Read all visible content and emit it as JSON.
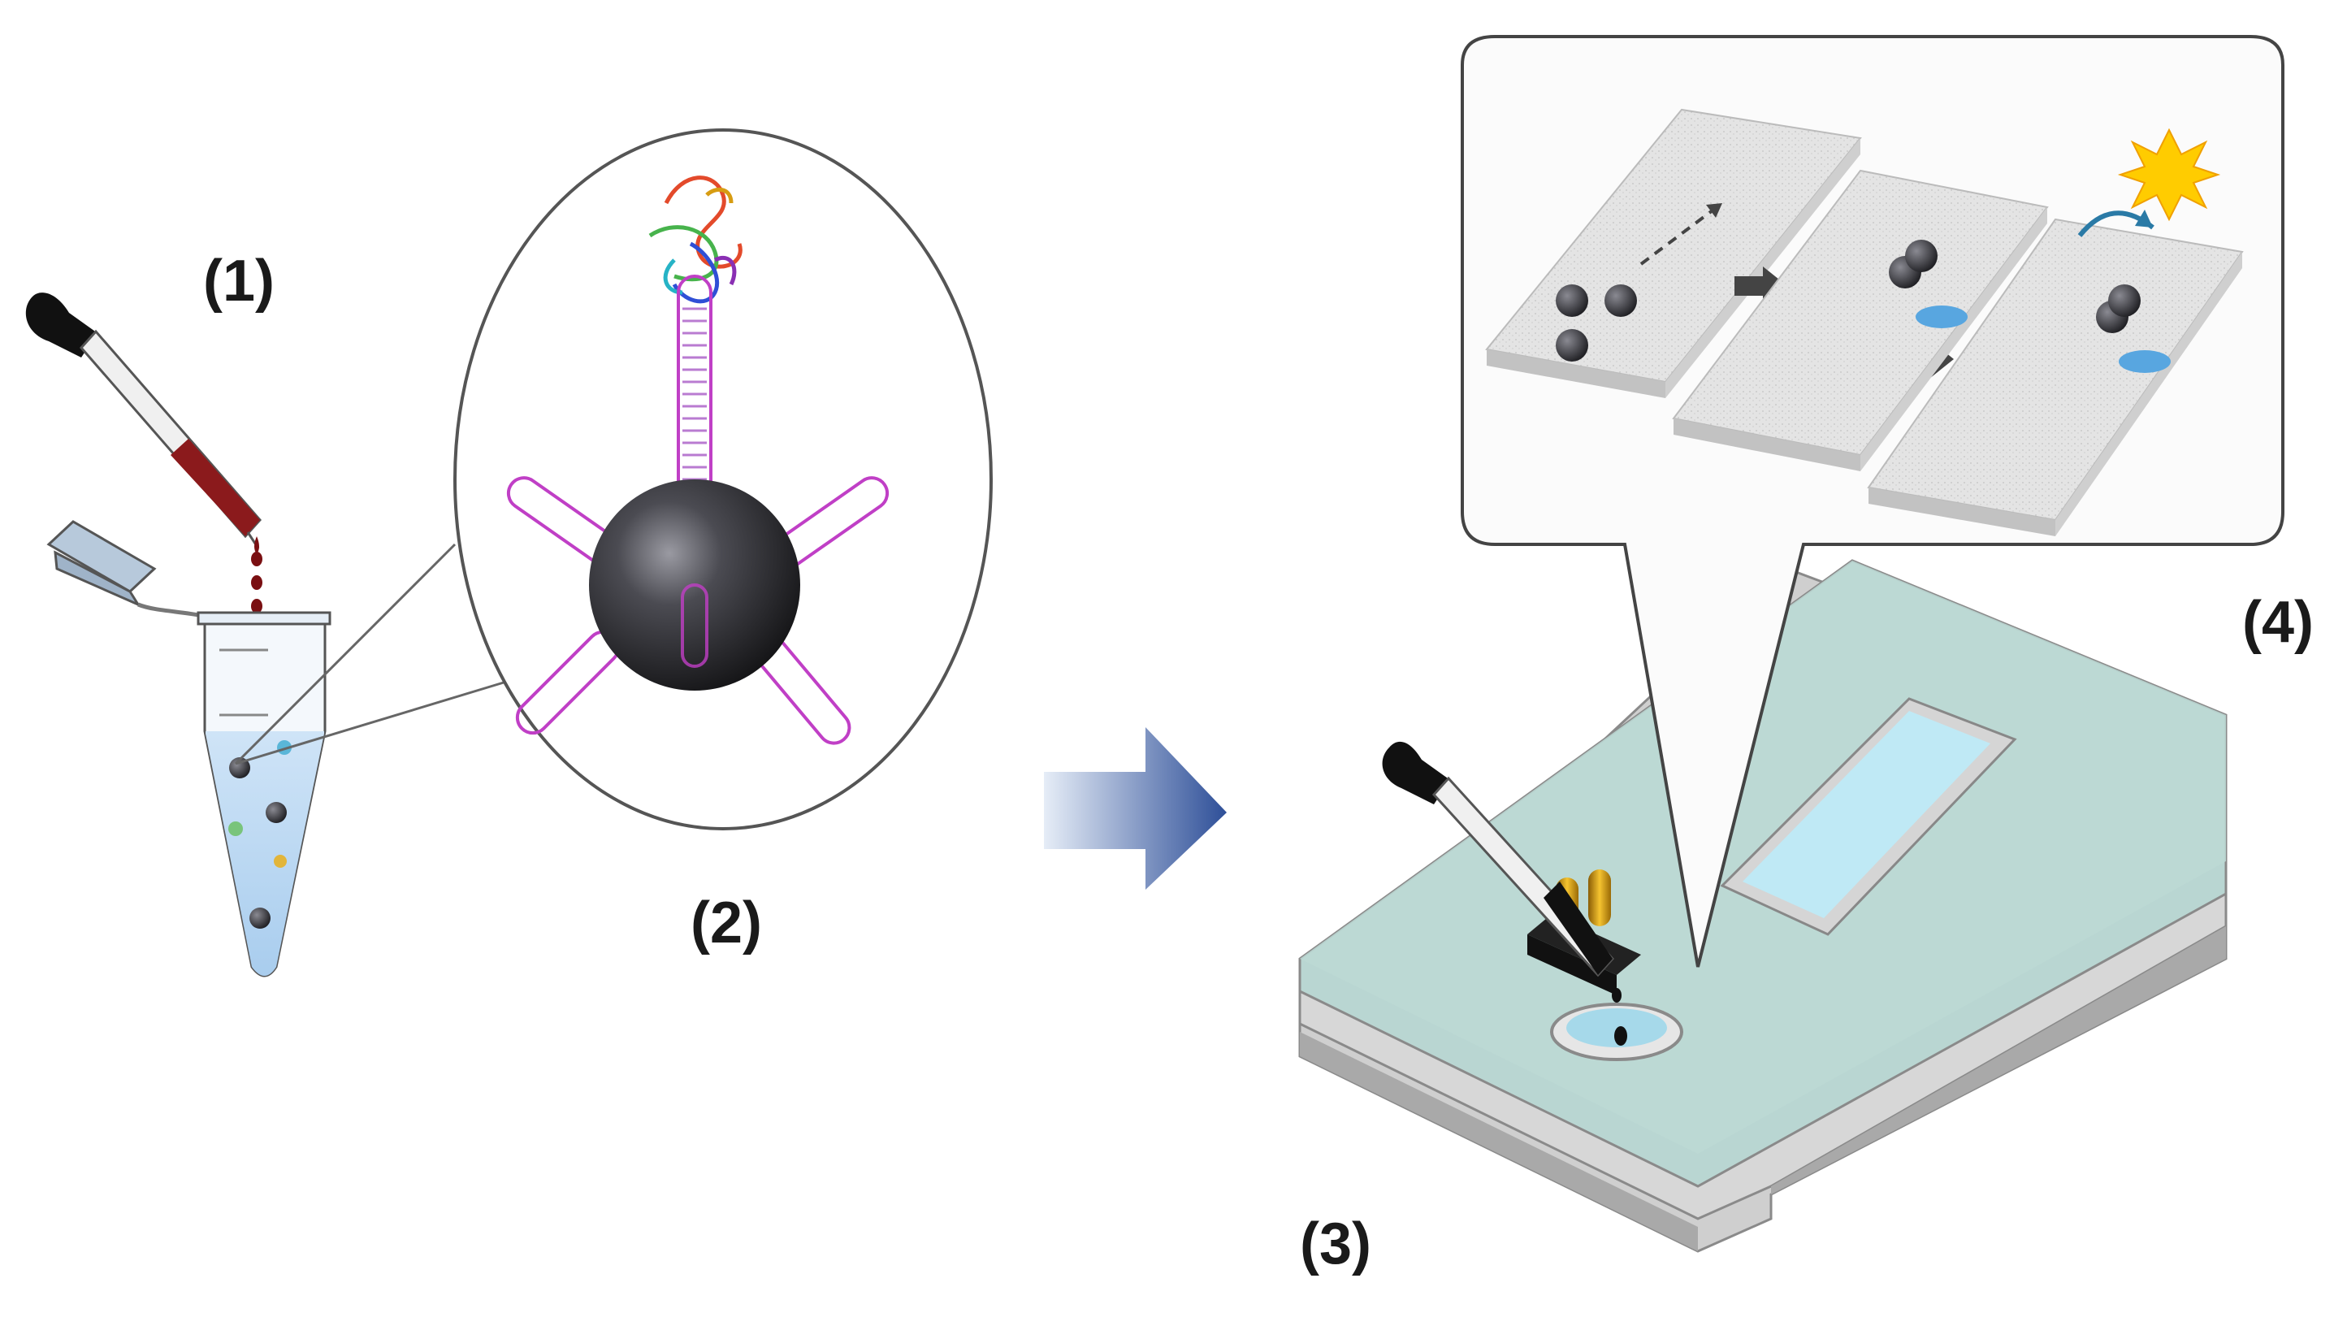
{
  "labels": {
    "step1": "(1)",
    "step2": "(2)",
    "step3": "(3)",
    "step4": "(4)"
  },
  "colors": {
    "blood": "#7a0f12",
    "bead": "#3a3a3e",
    "dna_outline": "#c03fc6",
    "liquid": "#bcdaf3",
    "arrow": "#2e4f98",
    "chip_top": "#b9d6d2",
    "chip_side": "#a8a8a8",
    "strip": "#e2e2e2",
    "flash": "#ffcc00",
    "magnet": "#d79c12"
  },
  "icons": [
    "dropper-icon",
    "eppendorf-tube-icon",
    "magnetic-bead-icon",
    "aptamer-icon",
    "protein-icon",
    "flow-arrow-icon",
    "microfluidic-chip-icon",
    "magnet-icon",
    "light-flash-icon"
  ]
}
